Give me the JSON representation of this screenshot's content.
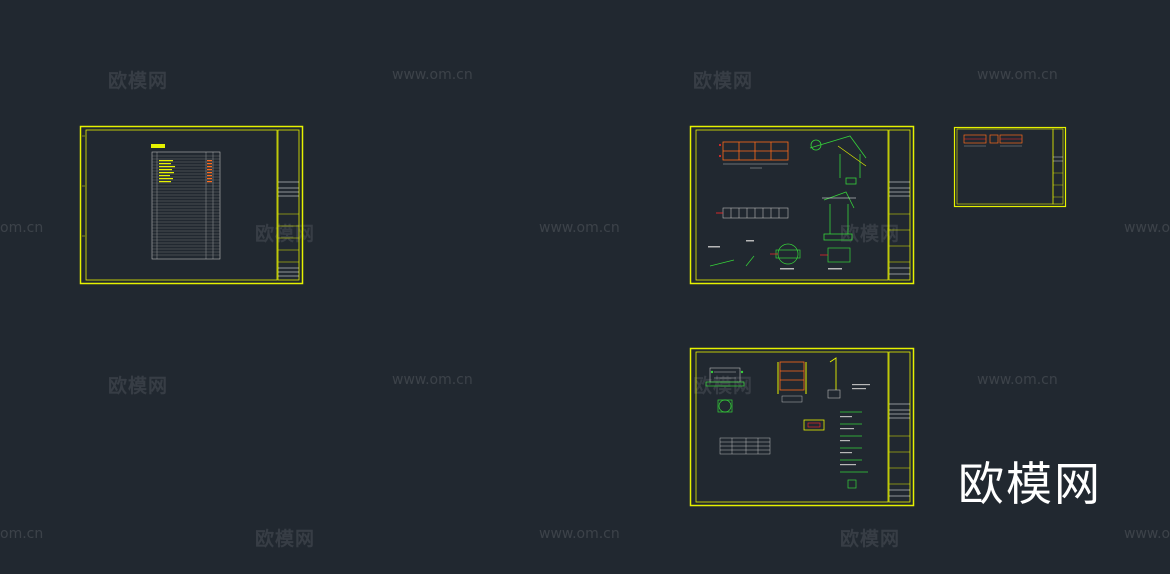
{
  "watermarks": {
    "brand": "欧模网",
    "url": "www.om.cn",
    "url_partial": "om.cn",
    "url_cut": "www.om.cn"
  },
  "logo": {
    "text": "欧模网",
    "color": "#ffffff"
  },
  "colors": {
    "background": "#212830",
    "frame": "#e6f200",
    "green": "#36d23a",
    "orange": "#ff6a1a",
    "red": "#ff2a2a",
    "grey": "#b8b8b8"
  },
  "sheets": [
    {
      "id": "sheet-index-table"
    },
    {
      "id": "sheet-details-1"
    },
    {
      "id": "sheet-small-plan"
    },
    {
      "id": "sheet-details-2"
    }
  ]
}
